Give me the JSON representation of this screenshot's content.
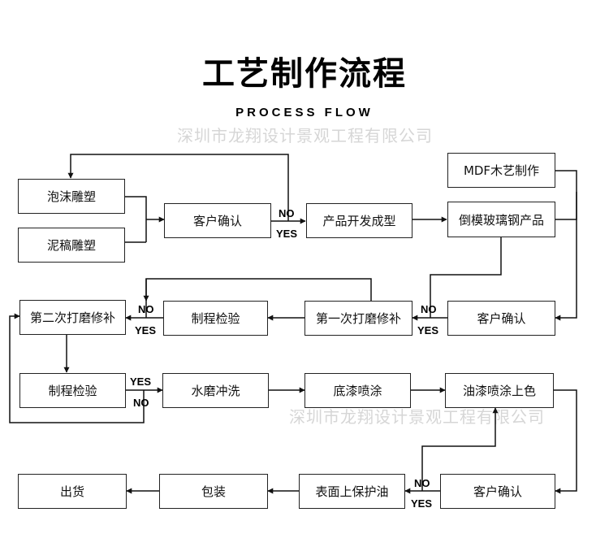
{
  "header": {
    "title": "工艺制作流程",
    "subtitle": "PROCESS FLOW"
  },
  "watermark": "深圳市龙翔设计景观工程有限公司",
  "steps": {
    "foam": "泡沫雕塑",
    "clay": "泥稿雕塑",
    "confirm1": "客户确认",
    "develop": "产品开发成型",
    "mdf": "MDF木艺制作",
    "frp": "倒模玻璃钢产品",
    "confirm2": "客户确认",
    "polish1": "第一次打磨修补",
    "inspect1": "制程检验",
    "polish2": "第二次打磨修补",
    "inspect2": "制程检验",
    "wash": "水磨冲洗",
    "primer": "底漆喷涂",
    "topcoat": "油漆喷涂上色",
    "confirm3": "客户确认",
    "oil": "表面上保护油",
    "pack": "包装",
    "ship": "出货"
  },
  "labels": {
    "yes": "YES",
    "no": "NO"
  }
}
